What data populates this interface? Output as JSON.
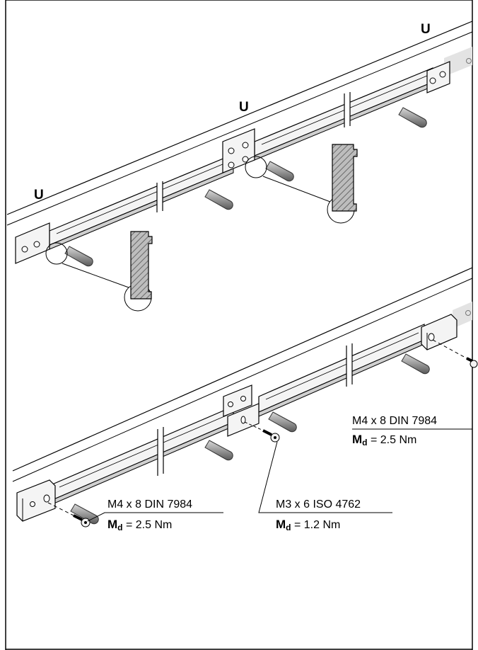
{
  "markers": {
    "u_top_right": "U",
    "u_mid": "U",
    "u_left": "U"
  },
  "callouts": {
    "right": {
      "spec": "M4 x 8 DIN 7984",
      "torque_symbol": "M",
      "torque_sub": "d",
      "torque_value": "= 2.5 Nm"
    },
    "middle": {
      "spec": "M3 x 6 ISO 4762",
      "torque_symbol": "M",
      "torque_sub": "d",
      "torque_value": "= 1.2 Nm"
    },
    "left": {
      "spec": "M4 x 8 DIN 7984",
      "torque_symbol": "M",
      "torque_sub": "d",
      "torque_value": "= 2.5 Nm"
    }
  },
  "colors": {
    "line": "#000000",
    "rail": "#f2f2f2",
    "rail_shade": "#cfcfcf",
    "hatch": "#6e6e6e",
    "pin": "#8a8a8a"
  }
}
